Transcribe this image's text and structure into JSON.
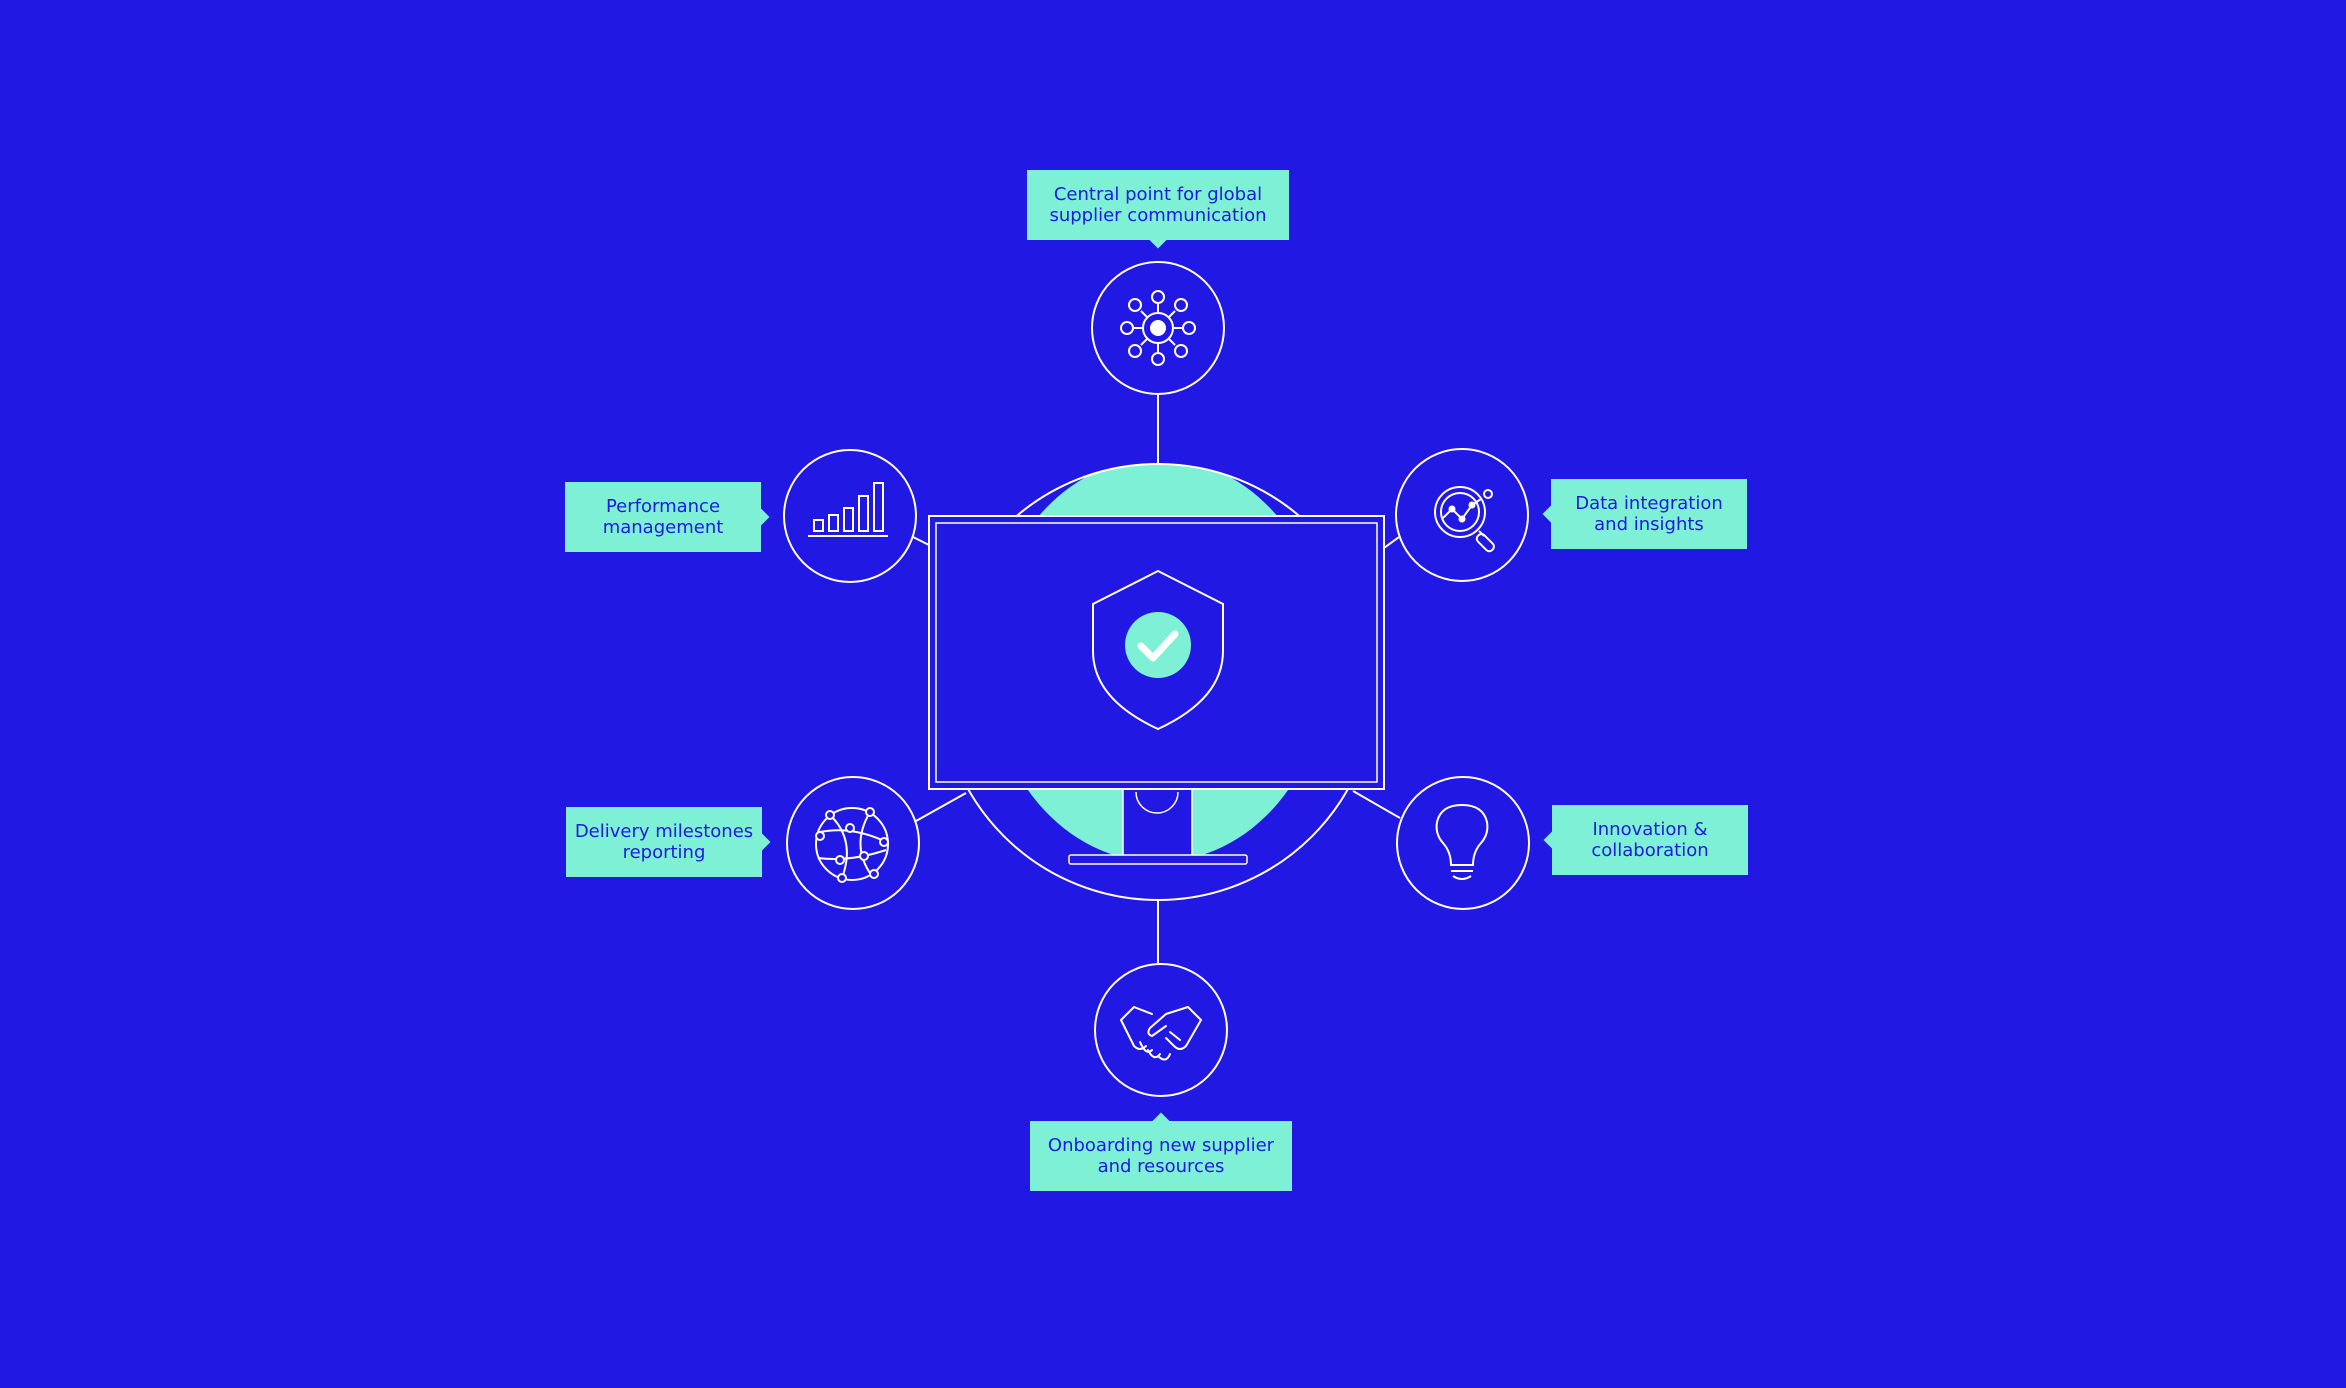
{
  "diagram": {
    "center": {
      "icon": "shield-check-icon",
      "device": "monitor"
    },
    "nodes": [
      {
        "id": "top",
        "label": "Central point for global\nsupplier communication",
        "icon": "network-hub-icon"
      },
      {
        "id": "upper-left",
        "label": "Performance\nmanagement",
        "icon": "bar-chart-icon"
      },
      {
        "id": "upper-right",
        "label": "Data integration\nand insights",
        "icon": "magnifier-chart-icon"
      },
      {
        "id": "lower-left",
        "label": "Delivery milestones\nreporting",
        "icon": "globe-network-icon"
      },
      {
        "id": "lower-right",
        "label": "Innovation &\ncollaboration",
        "icon": "lightbulb-icon"
      },
      {
        "id": "bottom",
        "label": "Onboarding new supplier\nand resources",
        "icon": "handshake-icon"
      }
    ]
  },
  "colors": {
    "background": "#2119E3",
    "accent": "#7EF0D6",
    "line": "#FFFFFF",
    "text": "#1E1ADD"
  }
}
